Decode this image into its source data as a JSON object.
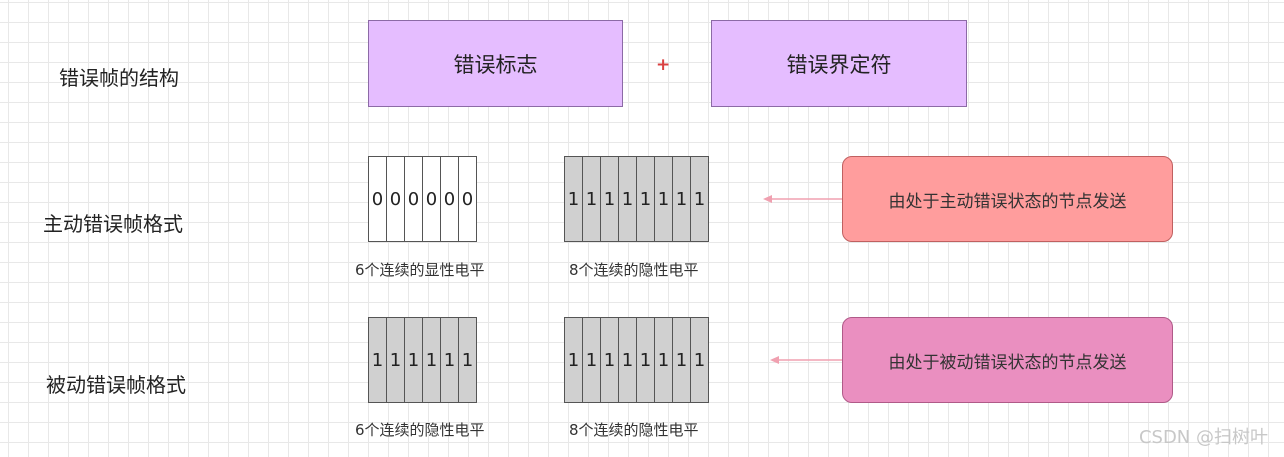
{
  "structure": {
    "label": "错误帧的结构",
    "flag_box": "错误标志",
    "plus": "+",
    "delimiter_box": "错误界定符"
  },
  "active": {
    "label": "主动错误帧格式",
    "bits_left": [
      "0",
      "0",
      "0",
      "0",
      "0",
      "0"
    ],
    "caption_left": "6个连续的显性电平",
    "bits_right": [
      "1",
      "1",
      "1",
      "1",
      "1",
      "1",
      "1",
      "1"
    ],
    "caption_right": "8个连续的隐性电平",
    "note": "由处于主动错误状态的节点发送"
  },
  "passive": {
    "label": "被动错误帧格式",
    "bits_left": [
      "1",
      "1",
      "1",
      "1",
      "1",
      "1"
    ],
    "caption_left": "6个连续的隐性电平",
    "bits_right": [
      "1",
      "1",
      "1",
      "1",
      "1",
      "1",
      "1",
      "1"
    ],
    "caption_right": "8个连续的隐性电平",
    "note": "由处于被动错误状态的节点发送"
  },
  "watermark": "CSDN @扫树叶",
  "colors": {
    "purple_box": "#e5bdff",
    "active_note": "#ff9d9d",
    "passive_note": "#ea8fc0",
    "recessive_bit": "#d0d0d0",
    "arrow": "#f0a0b0"
  }
}
